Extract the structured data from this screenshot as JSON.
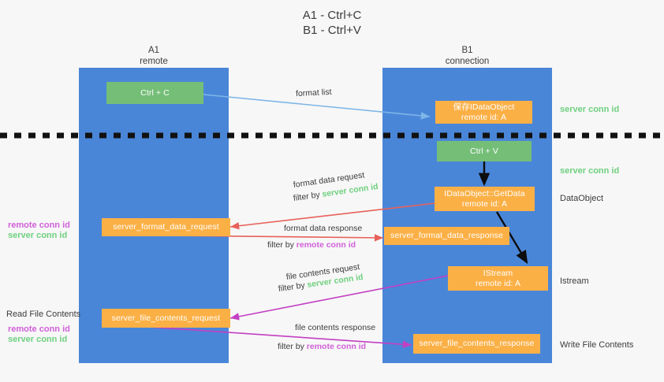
{
  "title": "A1 - Ctrl+C\nB1 - Ctrl+V",
  "lanes": [
    {
      "name": "A1",
      "sub": "remote"
    },
    {
      "name": "B1",
      "sub": "connection"
    }
  ],
  "lane_headers": {
    "a": "A1\nremote",
    "b": "B1\nconnection"
  },
  "boxes": {
    "ctrl_c": "Ctrl + C",
    "ctrl_v": "Ctrl + V",
    "save_idataobject_l1": "保存IDataObject",
    "save_idataobject_l2": "remote id: A",
    "getdata_l1": "IDataObject::GetData",
    "getdata_l2": "remote id: A",
    "istream_l1": "IStream",
    "istream_l2": "remote id: A",
    "server_format_data_request": "server_format_data_request",
    "server_format_data_response": "server_format_data_response",
    "server_file_contents_request": "server_file_contents_request",
    "server_file_contents_response": "server_file_contents_response"
  },
  "edge_labels": {
    "format_list": "format list",
    "format_data_request": "format data request",
    "format_data_request_filter_prefix": "filter by ",
    "format_data_request_filter_value": "server conn id",
    "format_data_response": "format data response",
    "format_data_response_filter_prefix": "filter by ",
    "format_data_response_filter_value": "remote conn id",
    "file_contents_request": "file contents request",
    "file_contents_request_filter_prefix": "filter by ",
    "file_contents_request_filter_value": "server conn id",
    "file_contents_response": "file contents response",
    "file_contents_response_filter_prefix": "filter by ",
    "file_contents_response_filter_value": "remote conn id"
  },
  "right_labels": {
    "server_conn_id_top": "server conn id",
    "server_conn_id_mid": "server conn id",
    "dataobject": "DataObject",
    "istream": "Istream",
    "write_file_contents": "Write File Contents"
  },
  "left_labels": {
    "remote_conn_id_upper": "remote conn id",
    "server_conn_id_upper": "server conn id",
    "read_file_contents": "Read File Contents",
    "remote_conn_id_lower": "remote conn id",
    "server_conn_id_lower": "server conn id"
  },
  "colors": {
    "lane": "#4a86d8",
    "green_box": "#75be78",
    "orange_box": "#fbb046",
    "green_text": "#6fcf7f",
    "magenta_text": "#d060d8",
    "blue_arrow": "#7eb6e8",
    "red_arrow": "#e8615a",
    "magenta_arrow": "#c33fc3",
    "black_arrow": "#0d0d0d",
    "background": "#f7f7f7"
  }
}
